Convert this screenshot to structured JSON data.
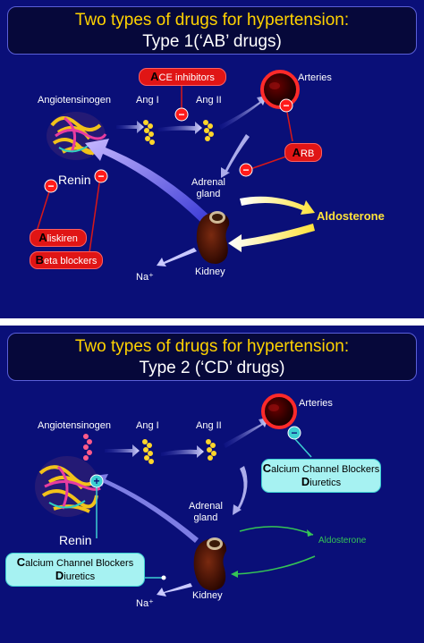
{
  "panel1": {
    "title_line1": "Two types of drugs for hypertension:",
    "title_line2": "Type 1(‘AB’ drugs)",
    "labels": {
      "angiotensinogen": "Angiotensinogen",
      "ang1": "Ang I",
      "ang2": "Ang II",
      "arteries": "Arteries",
      "renin": "Renin",
      "adrenal": "Adrenal\ngland",
      "aldosterone": "Aldosterone",
      "kidney": "Kidney",
      "na": "Na⁺"
    },
    "drugs": {
      "ace_first": "A",
      "ace_rest": "CE inhibitors",
      "arb_first": "A",
      "arb_rest": "RB",
      "aliskiren_first": "A",
      "aliskiren_rest": "liskiren",
      "beta_first": "B",
      "beta_rest": "eta blockers"
    },
    "sign": "−"
  },
  "panel2": {
    "title_line1": "Two types of drugs for hypertension:",
    "title_line2": "Type 2 (‘CD’ drugs)",
    "labels": {
      "angiotensinogen": "Angiotensinogen",
      "ang1": "Ang I",
      "ang2": "Ang II",
      "arteries": "Arteries",
      "renin": "Renin",
      "adrenal": "Adrenal\ngland",
      "aldosterone": "Aldosterone",
      "kidney": "Kidney",
      "na": "Na⁺"
    },
    "drugs": {
      "ccb_first": "C",
      "ccb_rest": "alcium Channel Blockers",
      "diu_first": "D",
      "diu_rest": "iuretics"
    },
    "sign_minus": "−",
    "sign_plus": "+"
  },
  "colors": {
    "background": "#0a0f78",
    "title_box": "#06083a",
    "title_yellow": "#ffd200",
    "drug_red": "#e01515",
    "drug_cyan": "#a6f2f2",
    "aldosterone_yellow": "#ffe23a",
    "aldosterone_green": "#35c455",
    "arrow_lavender": "#c9c9ff"
  },
  "icons": [
    "angiotensinogen-protein-icon",
    "peptide-icon",
    "artery-icon",
    "kidney-icon",
    "inhibit-sign-icon",
    "stimulate-sign-icon"
  ]
}
